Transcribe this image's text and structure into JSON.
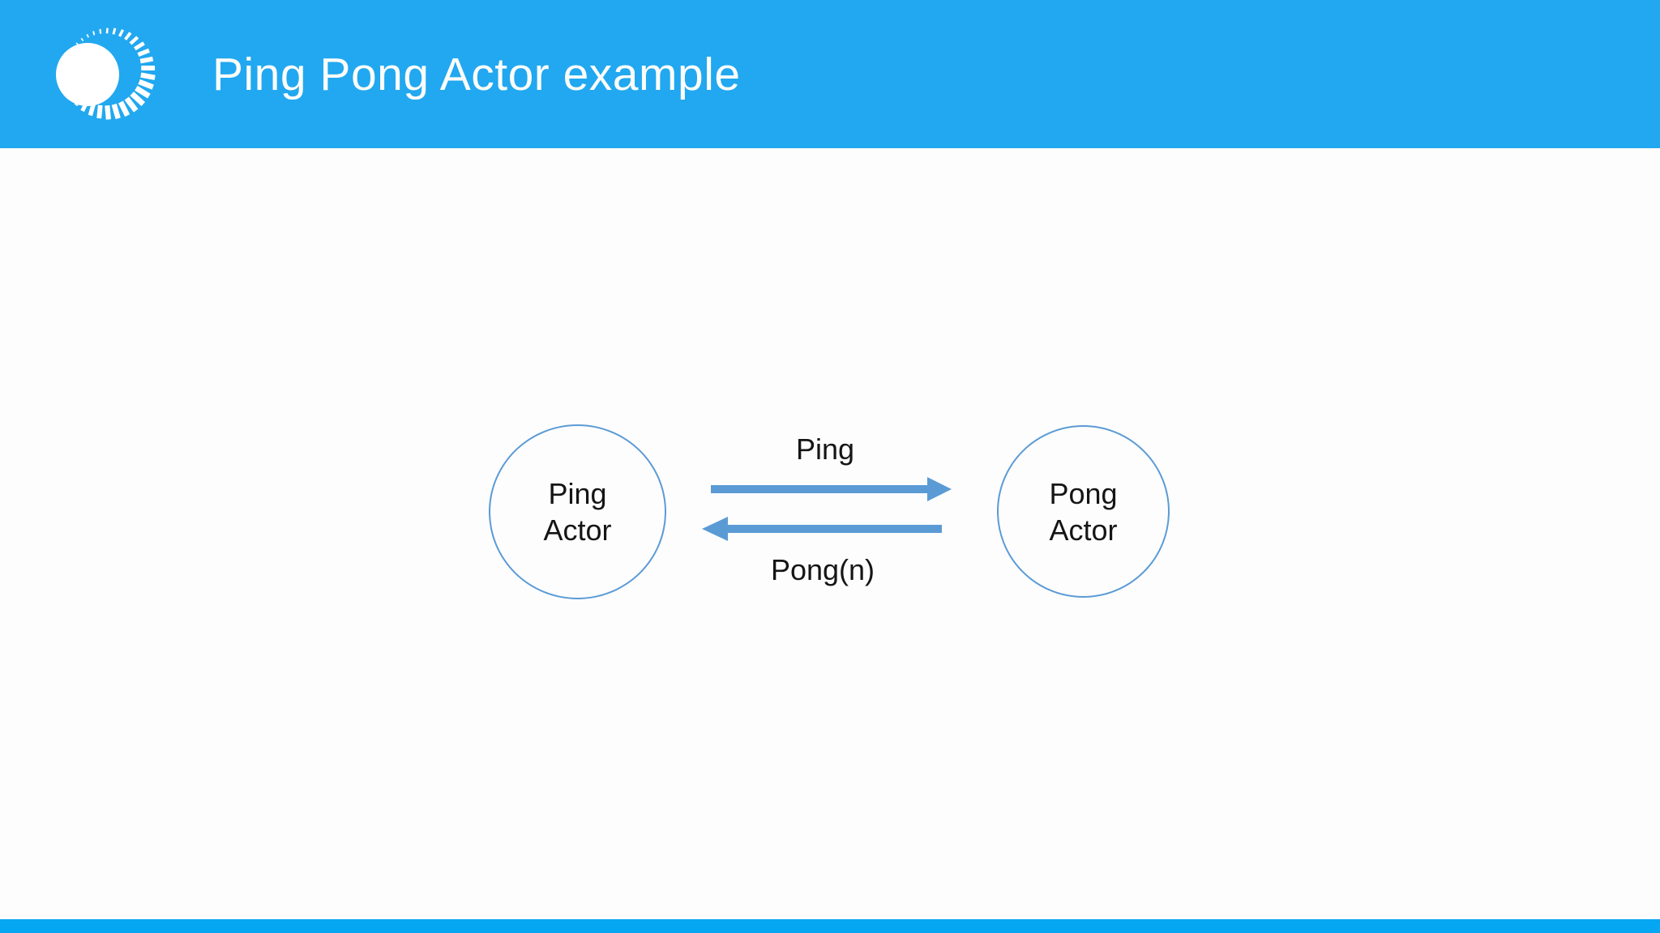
{
  "header": {
    "title": "Ping Pong Actor example",
    "background_color": "#21a8f0",
    "title_color": "#fcfcfa",
    "logo_icon": "sunburst-spinner-icon",
    "logo_color": "#ffffff"
  },
  "diagram": {
    "type": "actor-message-diagram",
    "accent_color": "#5b9bd5",
    "text_color": "#151515",
    "actors": [
      {
        "id": "ping-actor",
        "lines": [
          "Ping",
          "Actor"
        ]
      },
      {
        "id": "pong-actor",
        "lines": [
          "Pong",
          "Actor"
        ]
      }
    ],
    "messages": [
      {
        "label": "Ping",
        "direction": "right"
      },
      {
        "label": "Pong(n)",
        "direction": "left"
      }
    ]
  },
  "footer": {
    "background_color": "#05a6f2"
  }
}
